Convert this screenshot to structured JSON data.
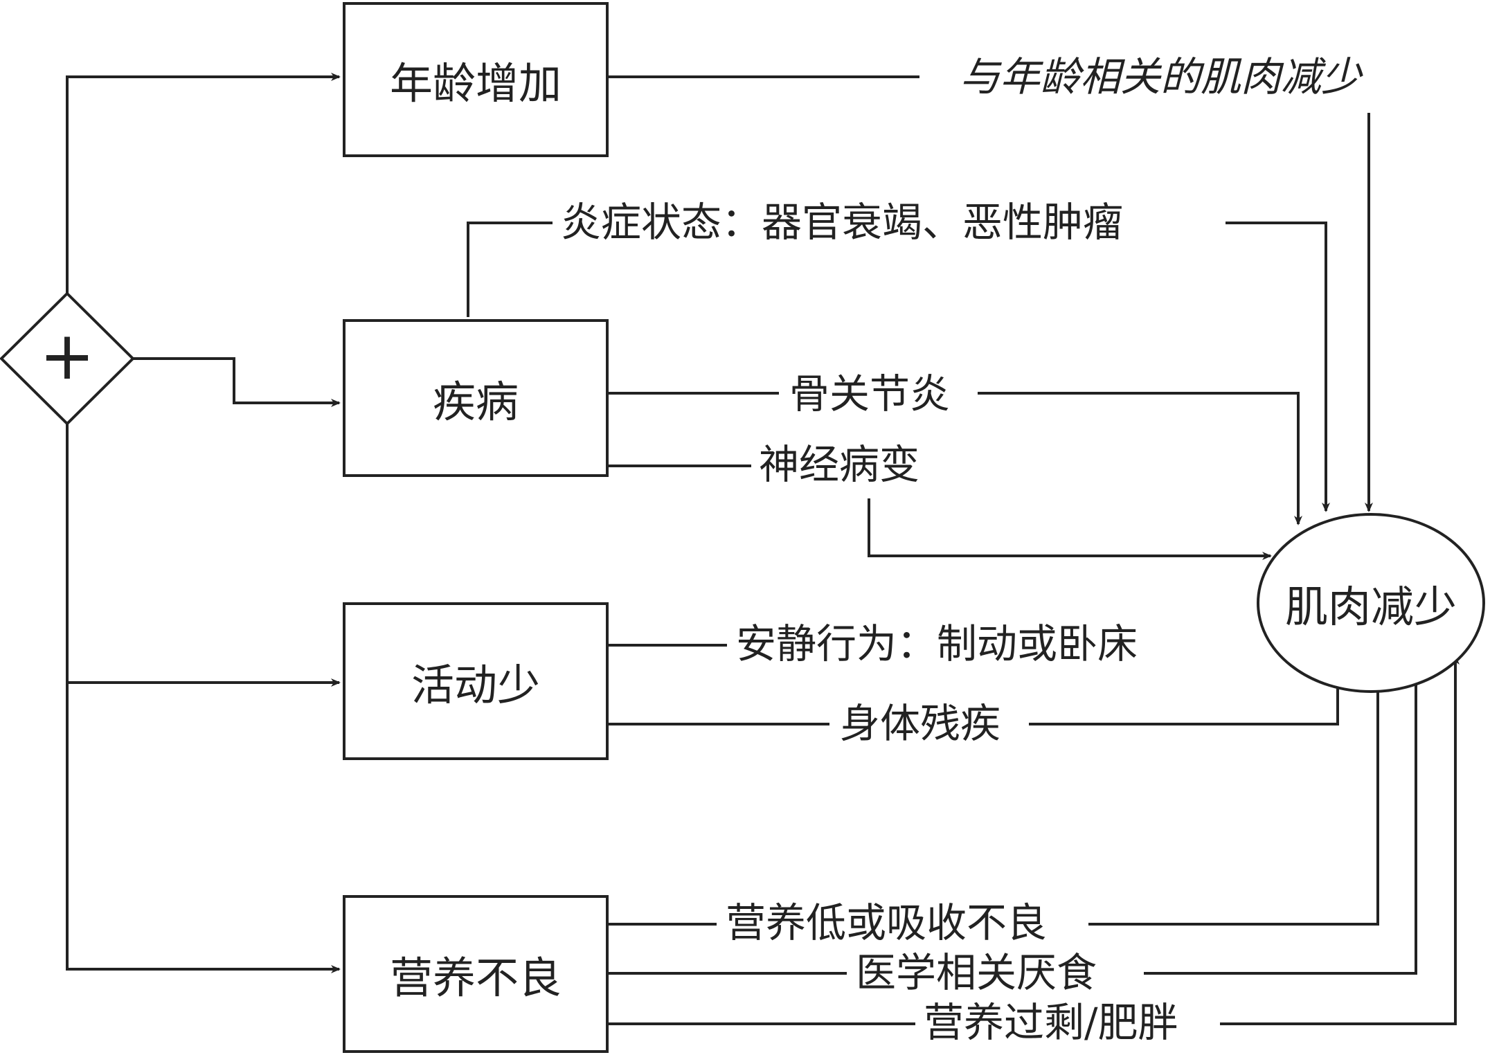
{
  "nodes": {
    "age": "年龄增加",
    "disease": "疾病",
    "inactivity": "活动少",
    "malnutrition": "营养不良",
    "target": "肌肉减少",
    "hub_symbol": "+"
  },
  "labels": {
    "age_related": "与年龄相关的肌肉减少",
    "inflammation": "炎症状态：器官衰竭、恶性肿瘤",
    "osteoarthritis": "骨关节炎",
    "neuropathy": "神经病变",
    "sedentary": "安静行为：制动或卧床",
    "disability": "身体残疾",
    "low_nutrition": "营养低或吸收不良",
    "anorexia": "医学相关厌食",
    "overnutrition": "营养过剩/肥胖"
  }
}
